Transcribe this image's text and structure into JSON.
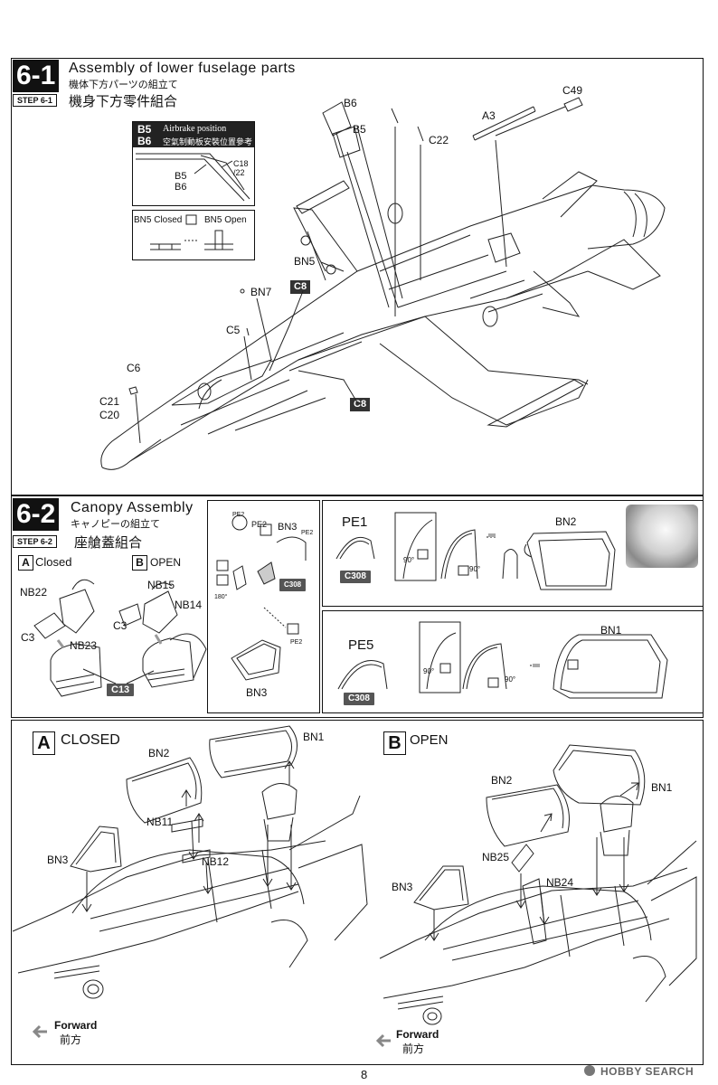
{
  "step61": {
    "num": "6-1",
    "tag": "STEP 6-1",
    "title_en": "Assembly of lower fuselage parts",
    "title_jp": "機体下方パーツの組立て",
    "title_zh": "機身下方零件組合",
    "inset_airbrake": {
      "code1": "B5",
      "code2": "B6",
      "title_en": "Airbrake position",
      "title_zh": "空氣制動板安裝位置參考",
      "lbl_c18": "C18",
      "lbl_22": "/22",
      "lbl_b5": "B5",
      "lbl_b6": "B6"
    },
    "inset_bn5": {
      "closed": "BN5 Closed",
      "open": "BN5 Open"
    },
    "parts": [
      "B6",
      "B5",
      "C22",
      "C49",
      "A3",
      "BN5",
      "BN7",
      "C8",
      "C5",
      "C6",
      "C21",
      "C20",
      "C8"
    ]
  },
  "step62": {
    "num": "6-2",
    "tag": "STEP 6-2",
    "title_en": "Canopy Assembly",
    "title_jp": "キャノピーの組立て",
    "title_zh": "座艙蓋組合",
    "closed": "Closed",
    "open": "OPEN",
    "letter_a": "A",
    "letter_b": "B",
    "seat_parts": {
      "nb22": "NB22",
      "c3a": "C3",
      "nb23": "NB23",
      "nb15": "NB15",
      "c3b": "C3",
      "nb14": "NB14",
      "c13": "C13"
    },
    "bn3_panel": {
      "pe2a": "PE2",
      "pe2b": "PE2",
      "bn3": "BN3",
      "pe2c": "PE2",
      "angle": "180°",
      "c308": "C308",
      "pe2d": "PE2",
      "bn3b": "BN3"
    },
    "pe1_panel": {
      "pe1": "PE1",
      "c308": "C308",
      "a90": "90°",
      "b90": "90°",
      "bn2": "BN2"
    },
    "pe5_panel": {
      "pe5": "PE5",
      "c308": "C308",
      "a90": "90°",
      "b90": "90°",
      "bn1": "BN1"
    }
  },
  "sectionA": {
    "letter": "A",
    "title": "CLOSED",
    "bn1": "BN1",
    "bn2": "BN2",
    "nb11": "NB11",
    "nb12": "NB12",
    "bn3": "BN3",
    "forward_en": "Forward",
    "forward_zh": "前方"
  },
  "sectionB": {
    "letter": "B",
    "title": "OPEN",
    "bn2": "BN2",
    "bn1": "BN1",
    "nb25": "NB25",
    "nb24": "NB24",
    "bn3": "BN3",
    "forward_en": "Forward",
    "forward_zh": "前方"
  },
  "page_number": "8",
  "watermark": "HOBBY SEARCH"
}
